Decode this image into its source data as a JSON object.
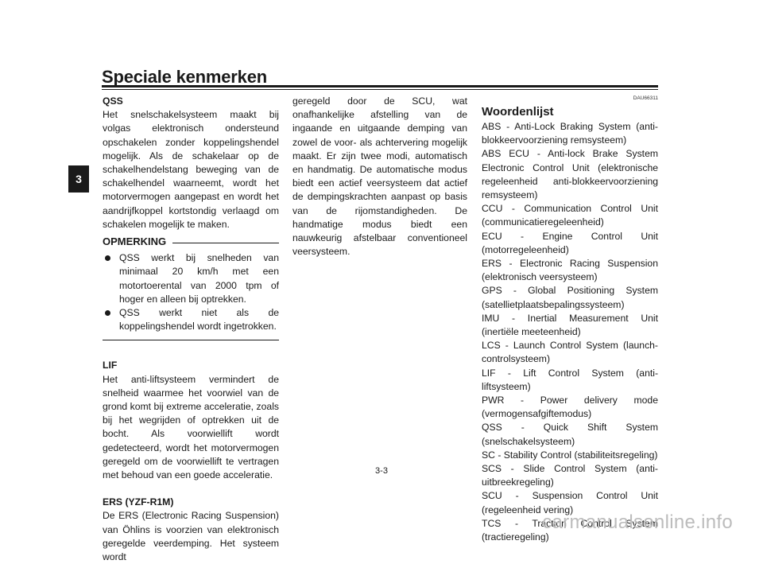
{
  "header": {
    "title": "Speciale kenmerken"
  },
  "chapter_tab": "3",
  "qss": {
    "heading": "QSS",
    "body": "Het snelschakelsysteem maakt bij volgas elektronisch ondersteund opschakelen zonder koppelingshendel mogelijk. Als de schakelaar op de schakelhendelstang beweging van de schakelhendel waarneemt, wordt het motorvermogen aangepast en wordt het aandrijfkoppel kortstondig verlaagd om schakelen mogelijk te maken."
  },
  "note": {
    "title": "OPMERKING",
    "items": [
      "QSS werkt bij snelheden van minimaal 20 km/h met een motortoerental van 2000 tpm of hoger en alleen bij optrekken.",
      "QSS werkt niet als de koppelingshendel wordt ingetrokken."
    ]
  },
  "lif": {
    "heading": "LIF",
    "body": "Het anti-liftsysteem vermindert de snelheid waarmee het voorwiel van de grond komt bij extreme acceleratie, zoals bij het wegrijden of optrekken uit de bocht. Als voorwiellift wordt gedetecteerd, wordt het motorvermogen geregeld om de voorwiellift te vertragen met behoud van een goede acceleratie."
  },
  "ers": {
    "heading": "ERS (YZF-R1M)",
    "body_part1": "De ERS (Electronic Racing Suspension) van Öhlins is voorzien van elektronisch geregelde veerdemping. Het systeem wordt",
    "body_part2": "geregeld door de SCU, wat onafhankelijke afstelling van de ingaande en uitgaande demping van zowel de voor- als achtervering mogelijk maakt. Er zijn twee modi, automatisch en handmatig. De automatische modus biedt een actief veersysteem dat actief de dempingskrachten aanpast op basis van de rijomstandigheden. De handmatige modus biedt een nauwkeurig afstelbaar conventioneel veersysteem."
  },
  "glossary": {
    "ref_code": "DAU66311",
    "title": "Woordenlijst",
    "items": [
      "ABS - Anti-Lock Braking System (anti-blokkeervoorziening remsysteem)",
      "ABS ECU - Anti-lock Brake System Electronic Control Unit (elektronische regeleenheid anti-blokkeervoorziening remsysteem)",
      "CCU - Communication Control Unit (communicatieregeleenheid)",
      "ECU - Engine Control Unit (motorregeleenheid)",
      "ERS - Electronic Racing Suspension (elektronisch veersysteem)",
      "GPS - Global Positioning System (satellietplaatsbepalingssysteem)",
      "IMU - Inertial Measurement Unit (inertiële meeteenheid)",
      "LCS - Launch Control System (launch-controlsysteem)",
      "LIF - Lift Control System (anti-liftsysteem)",
      "PWR - Power delivery mode (vermogensafgiftemodus)",
      "QSS - Quick Shift System (snelschakelsysteem)",
      "SC - Stability Control (stabiliteitsregeling)",
      "SCS - Slide Control System (anti-uitbreekregeling)",
      "SCU - Suspension Control Unit (regeleenheid vering)",
      "TCS - Traction Control System (tractieregeling)"
    ]
  },
  "footer": {
    "page_number": "3-3",
    "watermark": "carmanualsonline.info"
  }
}
